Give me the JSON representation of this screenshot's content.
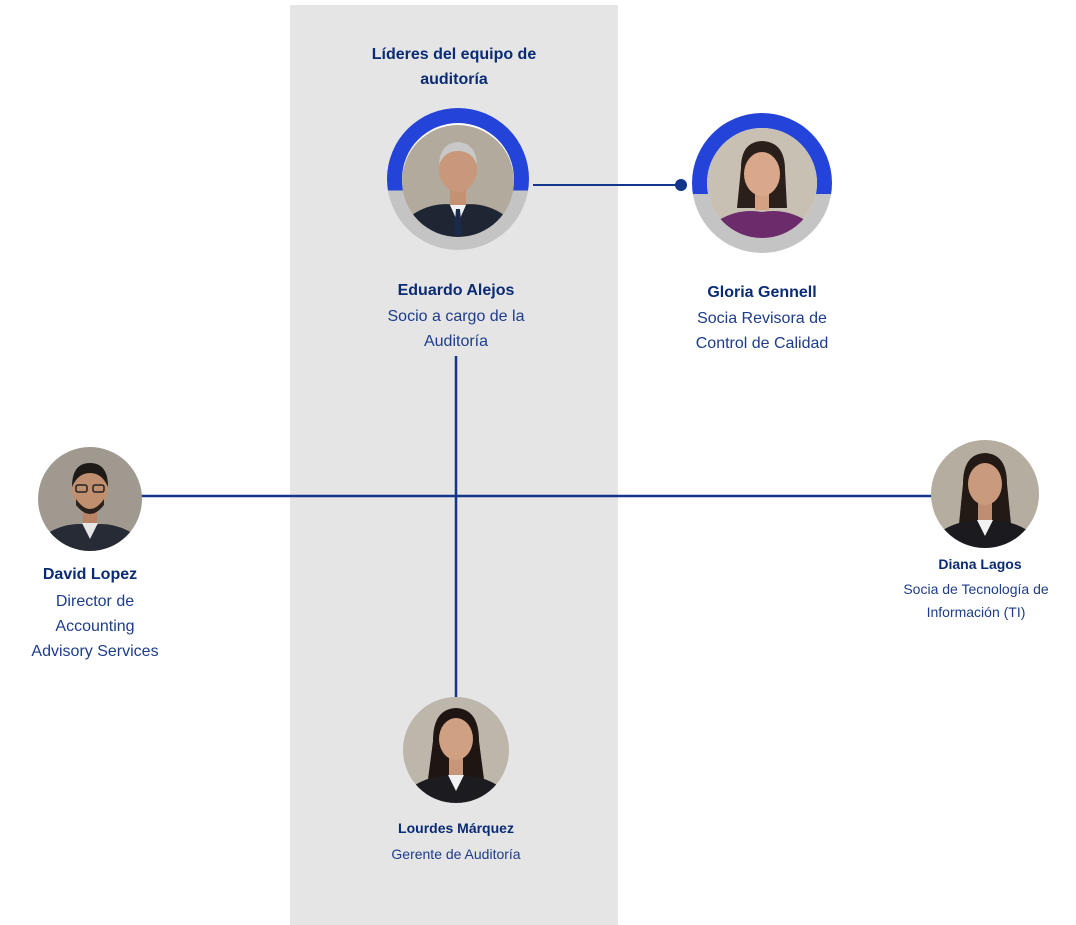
{
  "band": {
    "title_line1": "Líderes del equipo de",
    "title_line2": "auditoría"
  },
  "people": {
    "eduardo": {
      "name": "Eduardo Alejos",
      "role_line1": "Socio a cargo de la",
      "role_line2": "Auditoría"
    },
    "gloria": {
      "name": "Gloria Gennell",
      "role_line1": "Socia Revisora de",
      "role_line2": "Control de Calidad"
    },
    "david": {
      "name": "David Lopez",
      "role_line1": "Director de",
      "role_line2": "Accounting",
      "role_line3": "Advisory Services"
    },
    "diana": {
      "name": "Diana Lagos",
      "role_line1": "Socia de Tecnología  de",
      "role_line2": "Información (TI)"
    },
    "lourdes": {
      "name": "Lourdes Márquez",
      "role_line1": "Gerente de Auditoría"
    }
  },
  "colors": {
    "ring_accent": "#2443d8",
    "ring_base": "#c4c4c4",
    "line": "#13358a",
    "band": "#e5e5e6",
    "text": "#0a2b74"
  }
}
